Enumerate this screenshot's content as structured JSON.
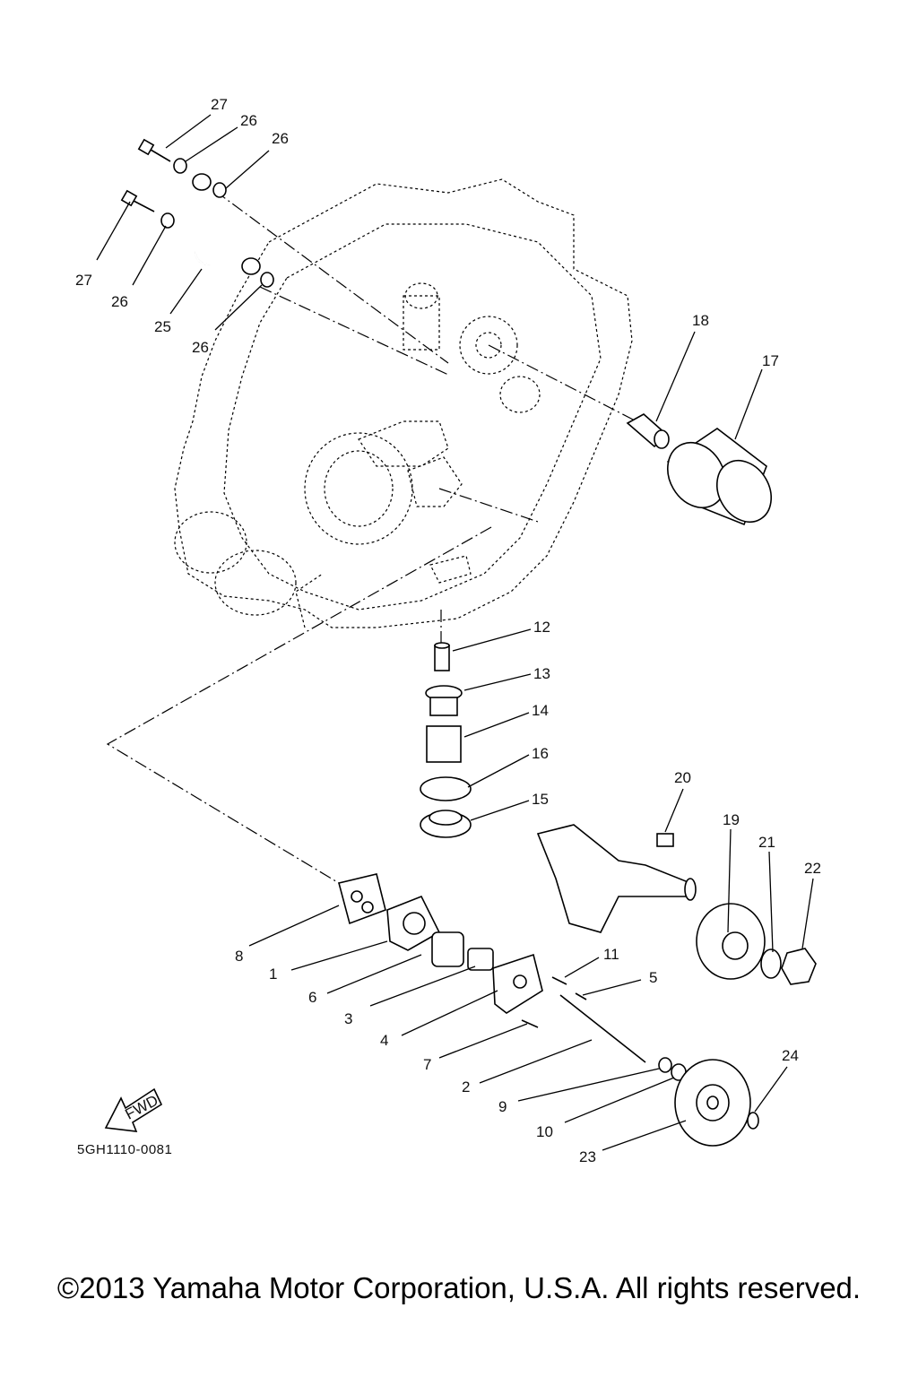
{
  "diagram": {
    "labels": [
      {
        "id": "27a",
        "text": "27"
      },
      {
        "id": "26a",
        "text": "26"
      },
      {
        "id": "26b",
        "text": "26"
      },
      {
        "id": "27b",
        "text": "27"
      },
      {
        "id": "26c",
        "text": "26"
      },
      {
        "id": "25",
        "text": "25"
      },
      {
        "id": "26d",
        "text": "26"
      },
      {
        "id": "18",
        "text": "18"
      },
      {
        "id": "17",
        "text": "17"
      },
      {
        "id": "12",
        "text": "12"
      },
      {
        "id": "13",
        "text": "13"
      },
      {
        "id": "14",
        "text": "14"
      },
      {
        "id": "16",
        "text": "16"
      },
      {
        "id": "15",
        "text": "15"
      },
      {
        "id": "20",
        "text": "20"
      },
      {
        "id": "19",
        "text": "19"
      },
      {
        "id": "21",
        "text": "21"
      },
      {
        "id": "22",
        "text": "22"
      },
      {
        "id": "8",
        "text": "8"
      },
      {
        "id": "1",
        "text": "1"
      },
      {
        "id": "11",
        "text": "11"
      },
      {
        "id": "5",
        "text": "5"
      },
      {
        "id": "6",
        "text": "6"
      },
      {
        "id": "3",
        "text": "3"
      },
      {
        "id": "4",
        "text": "4"
      },
      {
        "id": "7",
        "text": "7"
      },
      {
        "id": "2",
        "text": "2"
      },
      {
        "id": "24",
        "text": "24"
      },
      {
        "id": "9",
        "text": "9"
      },
      {
        "id": "10",
        "text": "10"
      },
      {
        "id": "23",
        "text": "23"
      }
    ],
    "fwd_text": "FWD",
    "drawing_code": "5GH1110-0081"
  },
  "footer": {
    "copyright": "©2013 Yamaha Motor Corporation, U.S.A. All rights reserved."
  }
}
